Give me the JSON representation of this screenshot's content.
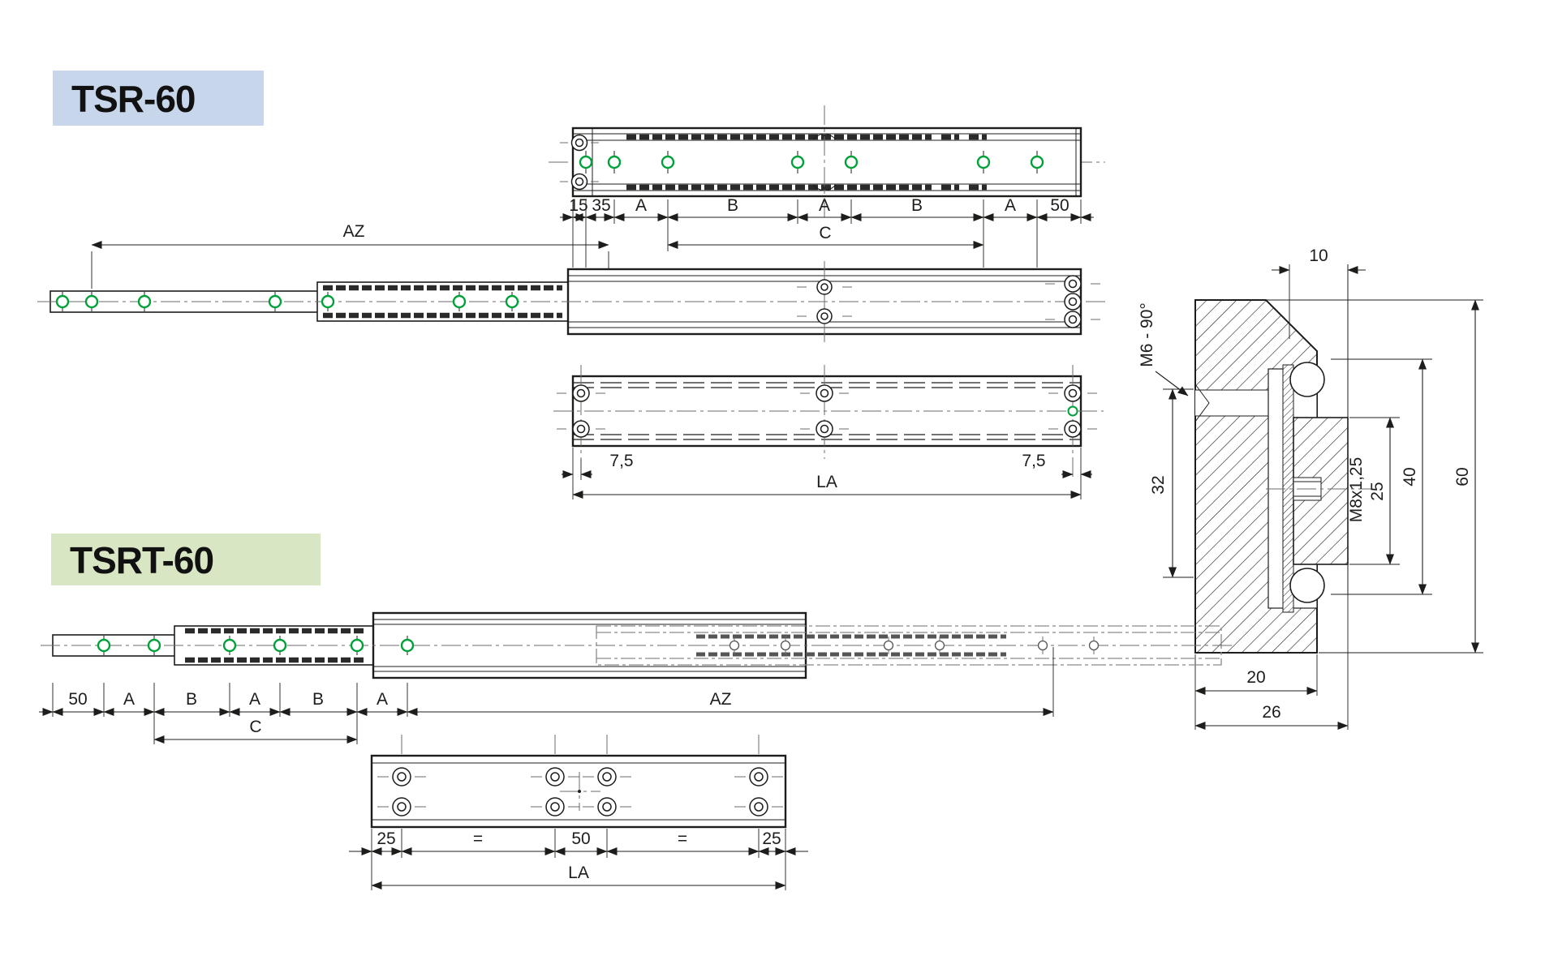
{
  "titles": {
    "tsr": "TSR-60",
    "tsrt": "TSRT-60"
  },
  "colors": {
    "tsr_bg": "#c8d6ec",
    "tsrt_bg": "#d8e6c3",
    "line": "#1d1d1b",
    "green_hole": "#00a13a",
    "phantom": "#8a8a8a"
  },
  "tsr": {
    "pitch": [
      "15",
      "35",
      "A",
      "B",
      "A",
      "B",
      "A",
      "50"
    ],
    "c": "C",
    "az": "AZ",
    "end_left": "7,5",
    "end_right": "7,5",
    "la": "LA"
  },
  "section": {
    "w10": "10",
    "m6": "M6 - 90°",
    "h32": "32",
    "m8": "M8x1,25",
    "h25": "25",
    "h40": "40",
    "h60": "60",
    "w20": "20",
    "w26": "26"
  },
  "tsrt": {
    "pitch": [
      "50",
      "A",
      "B",
      "A",
      "B",
      "A"
    ],
    "c": "C",
    "az": "AZ",
    "plate": [
      "25",
      "=",
      "50",
      "=",
      "25"
    ],
    "la": "LA"
  }
}
